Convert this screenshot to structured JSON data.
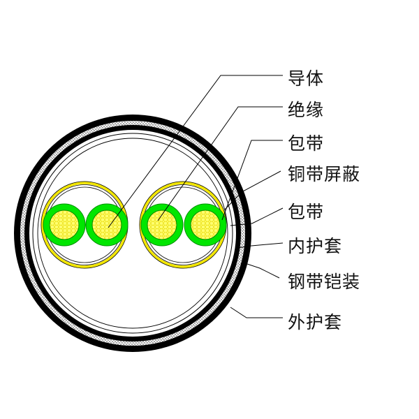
{
  "diagram": {
    "type": "cable-cross-section",
    "colors": {
      "background": "#ffffff",
      "outline": "#000000",
      "insulation": "#00e000",
      "conductor": "#ffff66",
      "conductor_mesh": "#e8d800",
      "copper_tape_shield": "#f0e000",
      "armor_hatch": "#bdbdbd",
      "leader_line": "#000000"
    },
    "labels": [
      {
        "id": "conductor",
        "text": "导体"
      },
      {
        "id": "insulation",
        "text": "绝缘"
      },
      {
        "id": "wrapping-tape-1",
        "text": "包带"
      },
      {
        "id": "copper-tape-shield",
        "text": "铜带屏蔽"
      },
      {
        "id": "wrapping-tape-2",
        "text": "包带"
      },
      {
        "id": "inner-sheath",
        "text": "内护套"
      },
      {
        "id": "steel-tape-armor",
        "text": "钢带铠装"
      },
      {
        "id": "outer-sheath",
        "text": "外护套"
      }
    ]
  }
}
